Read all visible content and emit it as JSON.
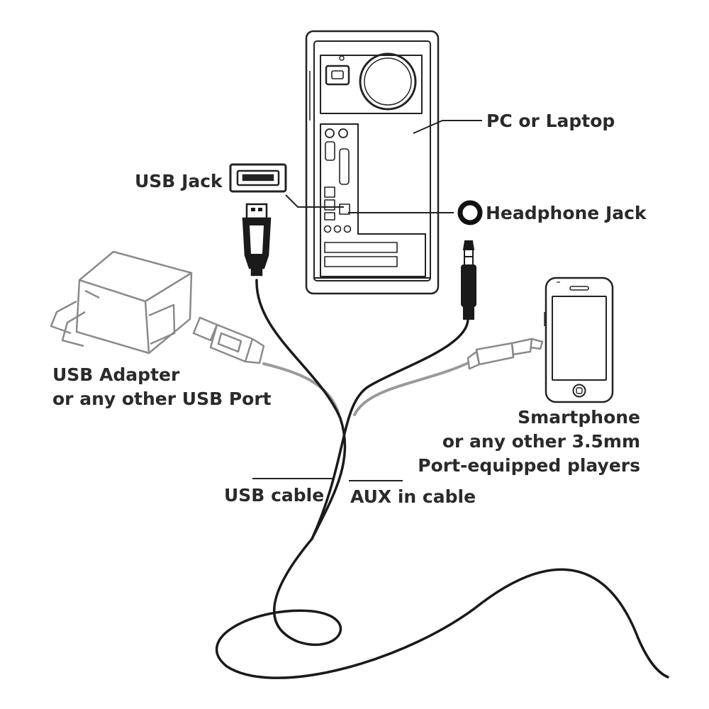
{
  "labels": {
    "pc": "PC or Laptop",
    "usb_jack": "USB Jack",
    "headphone_jack": "Headphone Jack",
    "usb_adapter_line1": "USB Adapter",
    "usb_adapter_line2": "or any other USB Port",
    "smartphone_line1": "Smartphone",
    "smartphone_line2": "or any other 3.5mm",
    "smartphone_line3": "Port-equipped players",
    "usb_cable": "USB cable",
    "aux_cable": "AUX in cable"
  },
  "colors": {
    "ink": "#222222",
    "cable": "#1a1a1a",
    "ghost": "#9a9a9a",
    "text": "#2a2a2a"
  }
}
